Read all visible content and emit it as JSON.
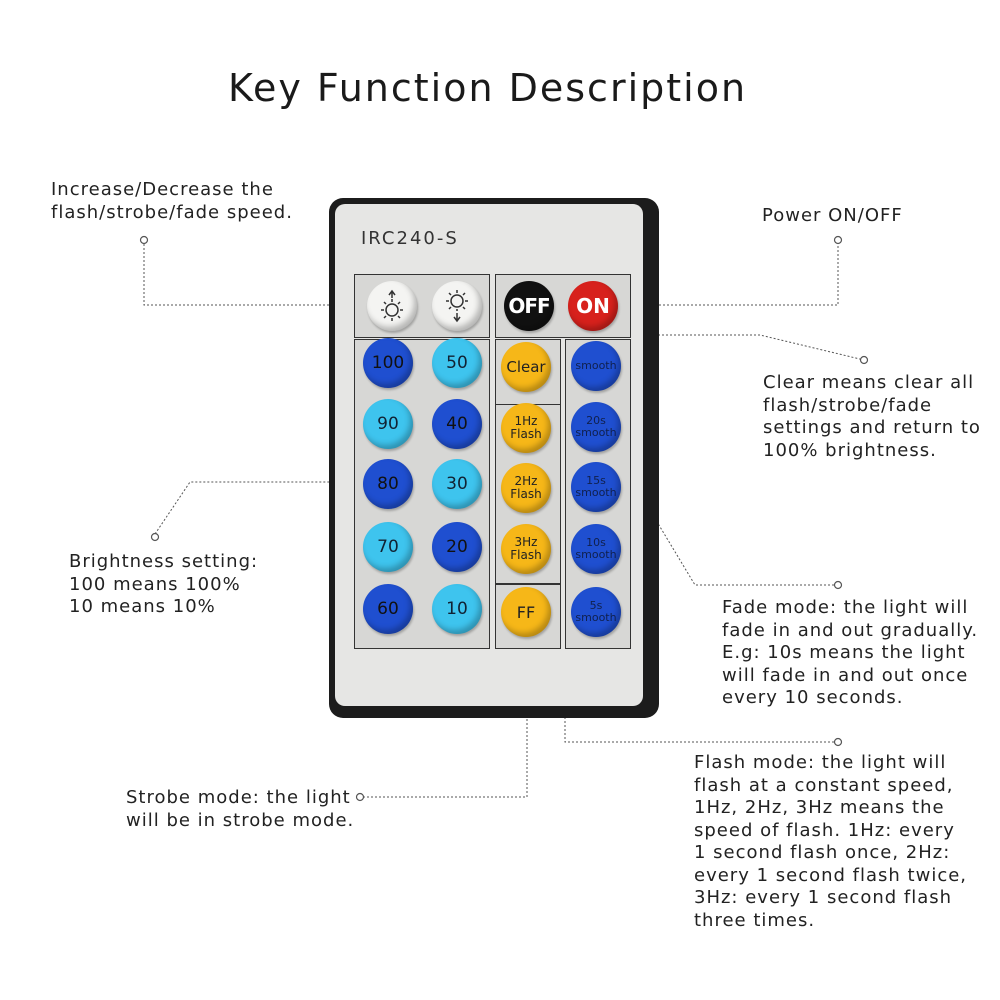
{
  "title": "Key Function Description",
  "model": "IRC240-S",
  "notes": {
    "speed": "Increase/Decrease the\nflash/strobe/fade speed.",
    "power": "Power ON/OFF",
    "clear": "Clear means clear all\nflash/strobe/fade\nsettings and return to\n100% brightness.",
    "brightness": "Brightness setting:\n100 means 100%\n10 means 10%",
    "fade": "Fade mode: the light will\nfade in and out gradually.\nE.g: 10s means the light\nwill fade in and out once\nevery 10 seconds.",
    "strobe": "Strobe mode: the light\nwill be in strobe mode.",
    "flash": "Flash mode: the light will\nflash at a constant speed,\n1Hz, 2Hz, 3Hz means the\nspeed of flash. 1Hz: every\n1 second flash once, 2Hz:\nevery 1 second flash twice,\n3Hz: every 1 second flash\nthree times."
  },
  "buttons": {
    "off": "OFF",
    "on": "ON",
    "brightness": [
      "100",
      "50",
      "90",
      "40",
      "80",
      "30",
      "70",
      "20",
      "60",
      "10"
    ],
    "clear": "Clear",
    "flash1": "1Hz\nFlash",
    "flash2": "2Hz\nFlash",
    "flash3": "3Hz\nFlash",
    "ff": "FF",
    "smooth": "smooth",
    "fade20": "20s\nsmooth",
    "fade15": "15s\nsmooth",
    "fade10": "10s\nsmooth",
    "fade5": "5s\nsmooth"
  },
  "icons": {
    "speed_up": "sun-arrow-up-icon",
    "speed_down": "sun-arrow-down-icon"
  },
  "colors": {
    "dark_blue": "#1f4fd0",
    "light_blue": "#3ec4ee",
    "yellow": "#f6b718",
    "red": "#d7211c",
    "black": "#111111"
  }
}
